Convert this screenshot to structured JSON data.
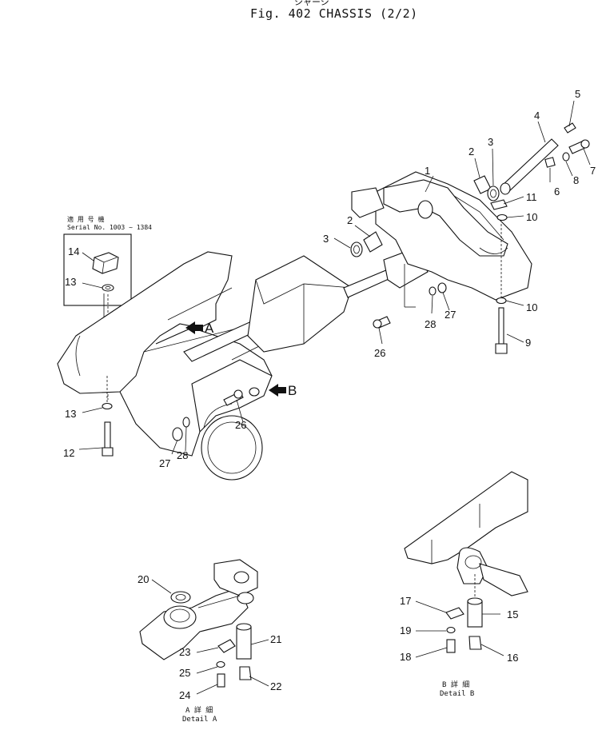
{
  "header": {
    "japanese": "シャーシ",
    "title": "Fig. 402   CHASSIS (2/2)"
  },
  "serial_box": {
    "label_jp": "適 用 号 機",
    "label": "Serial No. 1003 ~ 1384"
  },
  "view_markers": {
    "a": "A",
    "b": "B"
  },
  "details": {
    "a": {
      "jp": "A 詳 細",
      "label": "Detail A"
    },
    "b": {
      "jp": "B 詳 細",
      "label": "Detail B"
    }
  },
  "callouts": [
    {
      "id": "c1",
      "text": "1"
    },
    {
      "id": "c2a",
      "text": "2"
    },
    {
      "id": "c2b",
      "text": "2"
    },
    {
      "id": "c3a",
      "text": "3"
    },
    {
      "id": "c3b",
      "text": "3"
    },
    {
      "id": "c4",
      "text": "4"
    },
    {
      "id": "c5",
      "text": "5"
    },
    {
      "id": "c6",
      "text": "6"
    },
    {
      "id": "c7",
      "text": "7"
    },
    {
      "id": "c8",
      "text": "8"
    },
    {
      "id": "c9",
      "text": "9"
    },
    {
      "id": "c10a",
      "text": "10"
    },
    {
      "id": "c10b",
      "text": "10"
    },
    {
      "id": "c11",
      "text": "11"
    },
    {
      "id": "c12",
      "text": "12"
    },
    {
      "id": "c13a",
      "text": "13"
    },
    {
      "id": "c13b",
      "text": "13"
    },
    {
      "id": "c14",
      "text": "14"
    },
    {
      "id": "c15",
      "text": "15"
    },
    {
      "id": "c16",
      "text": "16"
    },
    {
      "id": "c17",
      "text": "17"
    },
    {
      "id": "c18",
      "text": "18"
    },
    {
      "id": "c19",
      "text": "19"
    },
    {
      "id": "c20",
      "text": "20"
    },
    {
      "id": "c21",
      "text": "21"
    },
    {
      "id": "c22",
      "text": "22"
    },
    {
      "id": "c23",
      "text": "23"
    },
    {
      "id": "c24",
      "text": "24"
    },
    {
      "id": "c25",
      "text": "25"
    },
    {
      "id": "c26a",
      "text": "26"
    },
    {
      "id": "c26b",
      "text": "26"
    },
    {
      "id": "c27a",
      "text": "27"
    },
    {
      "id": "c27b",
      "text": "27"
    },
    {
      "id": "c28a",
      "text": "28"
    },
    {
      "id": "c28b",
      "text": "28"
    }
  ]
}
